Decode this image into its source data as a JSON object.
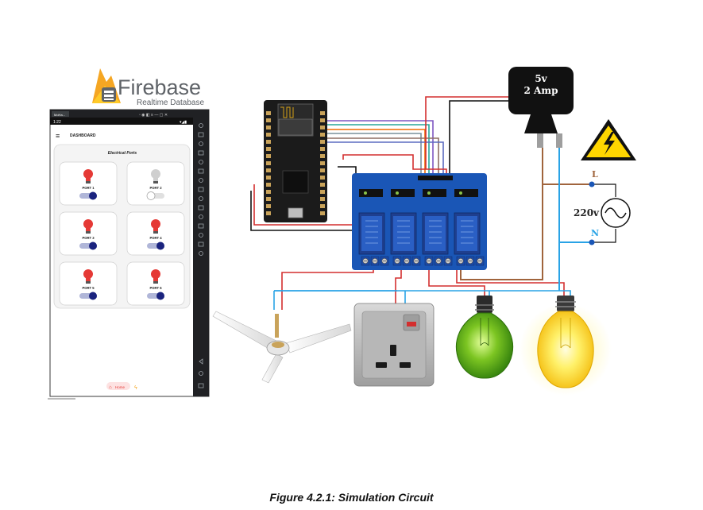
{
  "firebase": {
    "brand": "Firebase",
    "product": "Realtime Database"
  },
  "phone": {
    "window_tab": "MoHa...",
    "time": "1:22",
    "header_title": "DASHBOARD",
    "panel_title": "Electrical Ports",
    "ports": [
      {
        "label": "PORT 1",
        "bulb_on": true,
        "switch_on": true
      },
      {
        "label": "PORT 2",
        "bulb_on": false,
        "switch_on": false
      },
      {
        "label": "PORT 3",
        "bulb_on": true,
        "switch_on": true
      },
      {
        "label": "PORT 4",
        "bulb_on": true,
        "switch_on": true
      },
      {
        "label": "PORT 5",
        "bulb_on": true,
        "switch_on": true
      },
      {
        "label": "PORT 6",
        "bulb_on": true,
        "switch_on": true
      }
    ],
    "footer_home": "Home"
  },
  "adapter": {
    "line1": "5v",
    "line2": "2 Amp"
  },
  "mains": {
    "line_label": "L",
    "neutral_label": "N",
    "voltage": "220v"
  },
  "caption": "Figure 4.2.1: Simulation  Circuit",
  "colors": {
    "firebase_orange": "#f5a623",
    "firebase_yellow": "#ffca28",
    "firebase_text": "#5f6368",
    "relay_blue": "#1a56b6",
    "mcu_black": "#1b1b1b",
    "wire_red": "#d32f2f",
    "wire_black": "#111111",
    "wire_brown": "#a0643c",
    "wire_blue": "#29a3e6",
    "bulb_red": "#e53935",
    "switch_navy": "#1a237e",
    "warning_yellow": "#ffd600",
    "green_bulb": "#4caf1c",
    "yellow_bulb": "#ffe000"
  }
}
